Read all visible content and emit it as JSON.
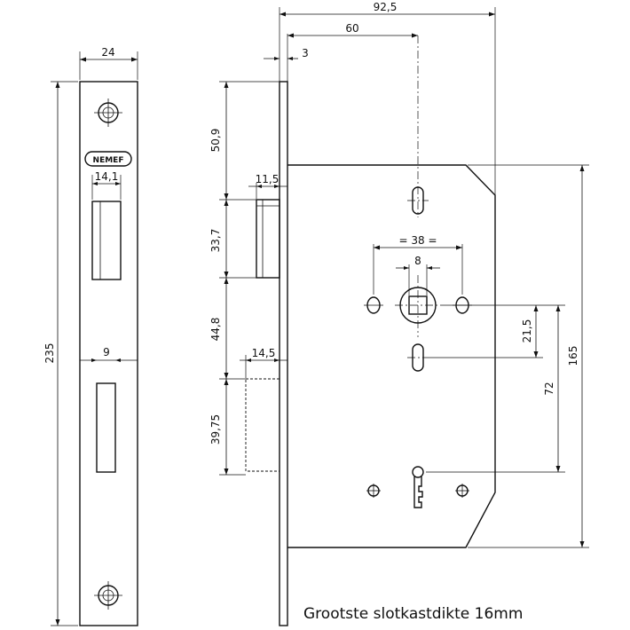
{
  "figure": {
    "brand_label": "NEMEF",
    "caption": "Grootste slotkastdikte 16mm",
    "colors": {
      "line": "#111111",
      "background": "#ffffff"
    },
    "dimensions": {
      "front_width": "24",
      "front_height": "235",
      "latch_width": "14,1",
      "bolt_width": "9",
      "overall_depth": "92,5",
      "backset": "60",
      "plate_thickness": "3",
      "latch_offset": "50,9",
      "latch_height": "33,7",
      "latch_projection": "11,5",
      "latch_to_bolt": "44,8",
      "bolt_height": "39,75",
      "bolt_projection": "14,5",
      "follower_spacing": "= 38 =",
      "follower_square": "8",
      "follower_to_hole": "21,5",
      "center_distance": "72",
      "case_height": "165"
    }
  }
}
